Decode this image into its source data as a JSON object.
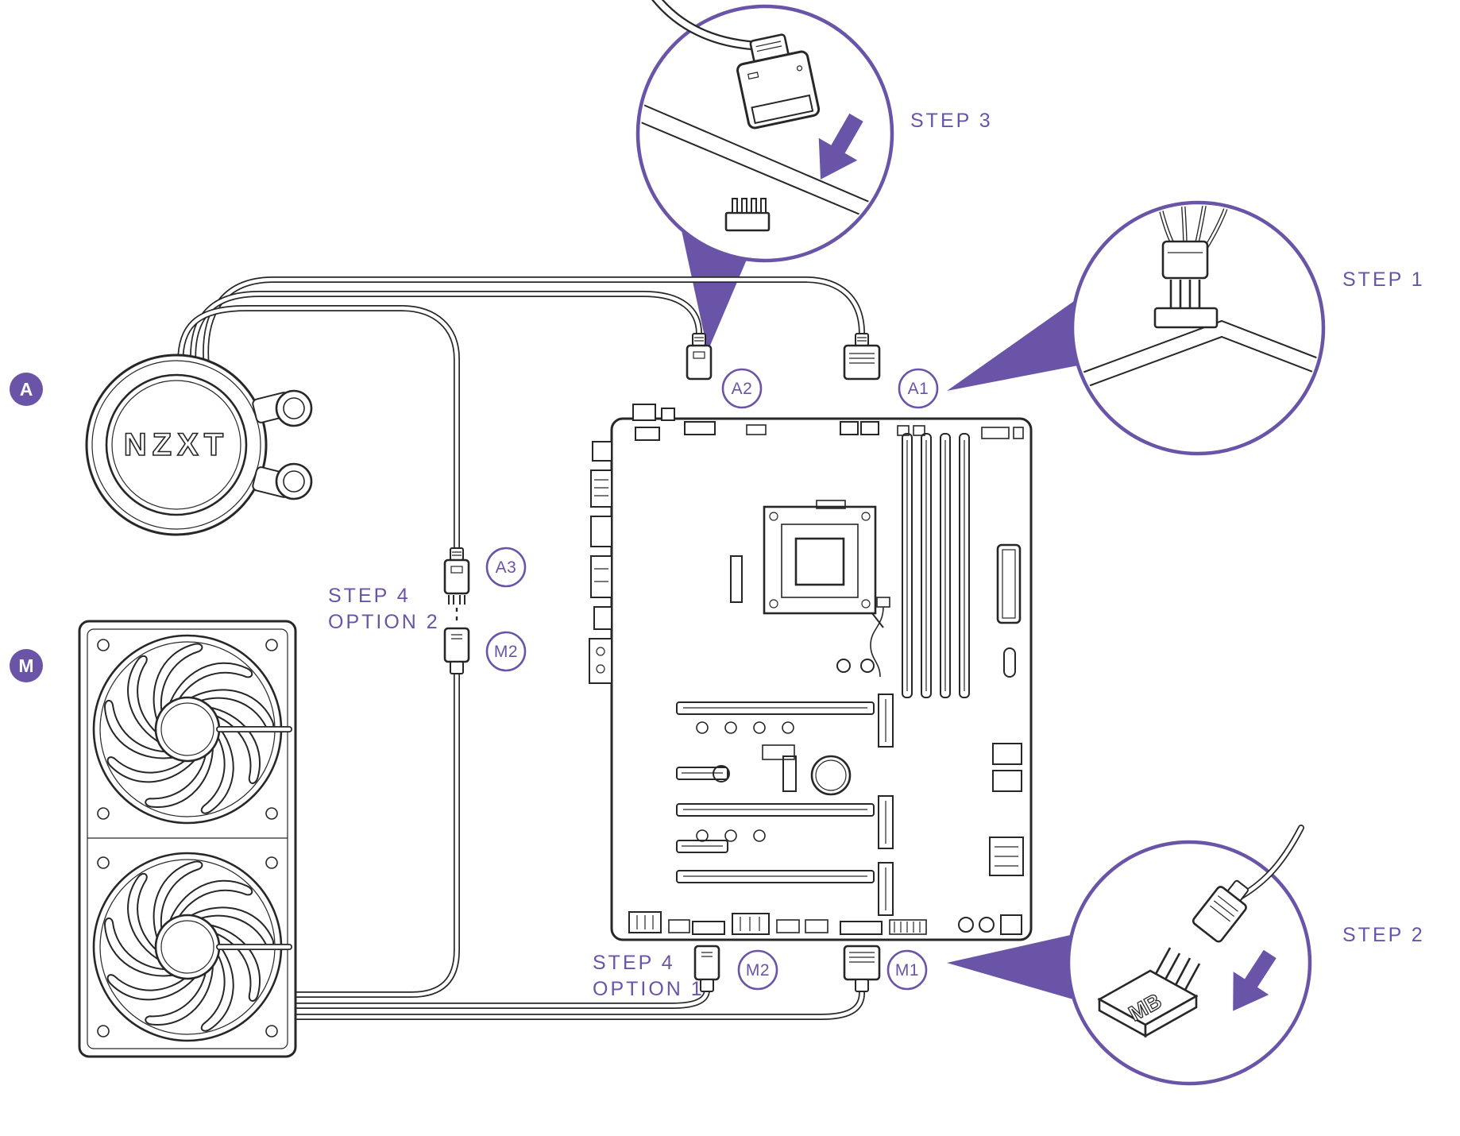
{
  "colors": {
    "accent_purple": "#6a54a8",
    "line_dark": "#272727",
    "background": "#ffffff"
  },
  "badges": {
    "pump_badge": "A",
    "fan_badge": "M"
  },
  "pump": {
    "logo": "NZXT"
  },
  "callouts": {
    "step1": {
      "label": "STEP 1"
    },
    "step2": {
      "label": "STEP 2",
      "mb_plug_label": "MB"
    },
    "step3": {
      "label": "STEP 3"
    }
  },
  "inline_steps": {
    "option2": {
      "line1": "STEP 4",
      "line2": "OPTION 2"
    },
    "option1": {
      "line1": "STEP 4",
      "line2": "OPTION 1"
    }
  },
  "connector_labels": {
    "a1": "A1",
    "a2": "A2",
    "a3": "A3",
    "m1": "M1",
    "m2_inline": "M2",
    "m2_board": "M2"
  }
}
